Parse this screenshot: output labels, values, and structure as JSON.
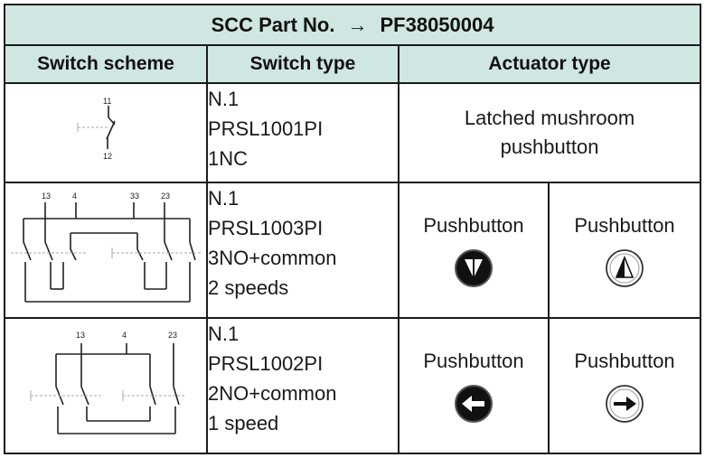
{
  "header": {
    "part_label": "SCC Part No.",
    "arrow": "→",
    "part_number": "PF38050004"
  },
  "columns": [
    "Switch scheme",
    "Switch type",
    "Actuator type"
  ],
  "rows": [
    {
      "scheme_labels": [
        "11",
        "12"
      ],
      "type_lines": [
        "N.1",
        "PRSL1001PI",
        "1NC"
      ],
      "actuator": "Latched mushroom pushbutton"
    },
    {
      "scheme_labels": [
        "13",
        "4",
        "33",
        "23"
      ],
      "type_lines": [
        "N.1",
        "PRSL1003PI",
        "3NO+common",
        "2 speeds"
      ],
      "actuators": [
        {
          "label": "Pushbutton",
          "icon": "arrow-down-filled-icon"
        },
        {
          "label": "Pushbutton",
          "icon": "arrow-up-outline-icon"
        }
      ]
    },
    {
      "scheme_labels": [
        "13",
        "4",
        "23"
      ],
      "type_lines": [
        "N.1",
        "PRSL1002PI",
        "2NO+common",
        "1 speed"
      ],
      "actuators": [
        {
          "label": "Pushbutton",
          "icon": "arrow-left-filled-icon"
        },
        {
          "label": "Pushbutton",
          "icon": "arrow-right-outline-icon"
        }
      ]
    }
  ],
  "colors": {
    "header_bg": "#cfe6e2",
    "border": "#1a1a1a"
  }
}
